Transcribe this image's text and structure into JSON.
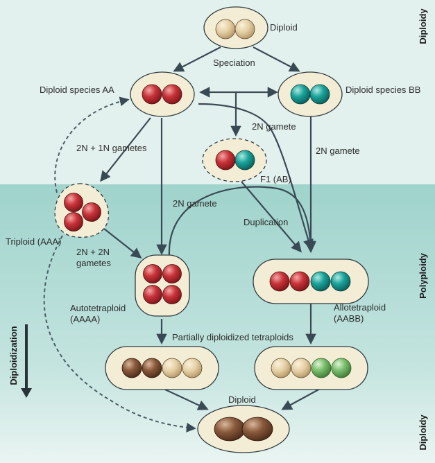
{
  "colors": {
    "top_band": "#e3f1ee",
    "bottom_band": "#a6d6d0",
    "red": "#c8333a",
    "teal": "#1aa39a",
    "tan": "#e4cfa4",
    "brown": "#8a5a3c",
    "green": "#7bbf6e",
    "cell": "#f4edd6"
  },
  "regions": {
    "top": "Diploidy",
    "middle": "Polyploidy",
    "bottom": "Diploidy",
    "process": "Diploidization"
  },
  "nodes": {
    "diploid_top": "Diploid",
    "species_aa": "Diploid species AA",
    "species_bb": "Diploid species BB",
    "f1": "F1 (AB)",
    "triploid": "Triploid (AAA)",
    "autotetraploid_1": "Autotetraploid",
    "autotetraploid_2": "(AAAA)",
    "allotetraploid_1": "Allotetraploid",
    "allotetraploid_2": "(AABB)",
    "partially": "Partially diploidized tetraploids",
    "diploid_bottom": "Diploid"
  },
  "edges": {
    "speciation": "Speciation",
    "gamete_2n_right": "2N gamete",
    "gamete_2n_bb": "2N gamete",
    "gametes_2n_1n": "2N + 1N gametes",
    "gamete_2n_center": "2N gamete",
    "duplication": "Duplication",
    "gametes_2n_2n_1": "2N + 2N",
    "gametes_2n_2n_2": "gametes"
  }
}
